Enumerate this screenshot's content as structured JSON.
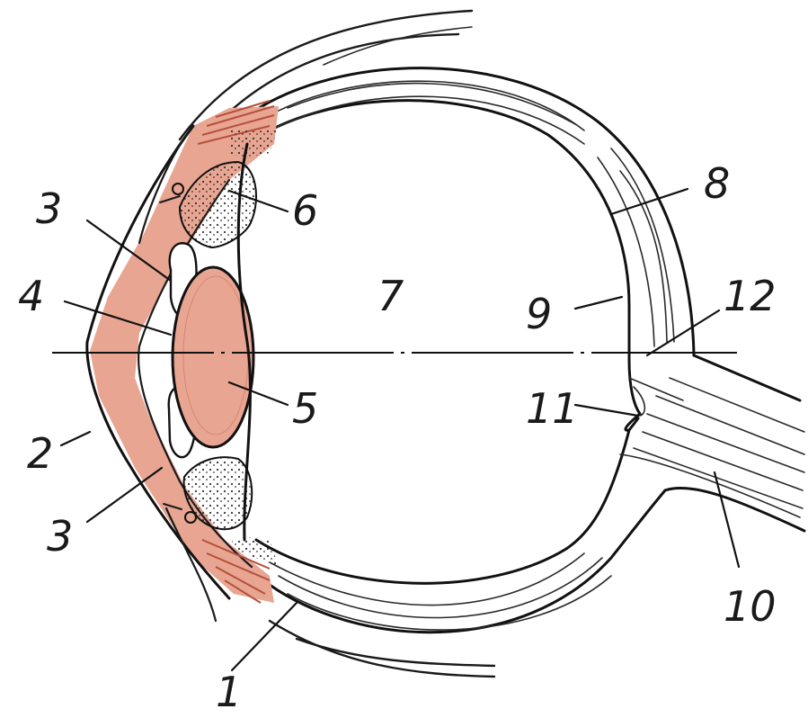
{
  "labels": {
    "l1": "1",
    "l2": "2",
    "l3_upper": "3",
    "l3_lower": "3",
    "l4": "4",
    "l5": "5",
    "l6": "6",
    "l7": "7",
    "l8": "8",
    "l9": "9",
    "l10": "10",
    "l11": "11",
    "l12": "12"
  },
  "colors": {
    "paper": "#ffffff",
    "ink": "#1a1a1a",
    "tissue": "#e8a592",
    "tissue_dark": "#c8684f",
    "muscle_stripe": "#b4503a"
  }
}
